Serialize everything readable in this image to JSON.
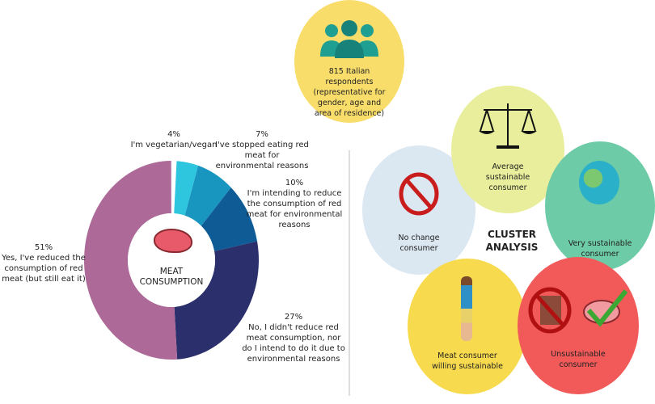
{
  "chart_data": {
    "type": "pie",
    "title": "MEAT CONSUMPTION",
    "slices": [
      {
        "pct": "4%",
        "value": 4,
        "label": "I'm vegetarian/vegan",
        "color": "#2ec6de"
      },
      {
        "pct": "7%",
        "value": 7,
        "label": "I've stopped eating red meat for environmental reasons",
        "color": "#1996c0"
      },
      {
        "pct": "10%",
        "value": 10,
        "label": "I'm intending to reduce the consumption of red meat for environmental reasons",
        "color": "#0e5b95"
      },
      {
        "pct": "27%",
        "value": 27,
        "label": "No, I didn't reduce red meat consumption, nor do I intend to do it due to environmental reasons",
        "color": "#2b2f6c"
      },
      {
        "pct": "51%",
        "value": 51,
        "label": "Yes, I've reduced the consumption of red meat (but still eat it)",
        "color": "#ad6a99"
      }
    ]
  },
  "respondents": "815 Italian respondents (representative for gender, age and area of residence)",
  "cluster": {
    "title": "CLUSTER ANALYSIS",
    "groups": [
      {
        "label": "Average sustainable consumer",
        "color": "#e8ee9b"
      },
      {
        "label": "No change consumer",
        "color": "#dbe7f1"
      },
      {
        "label": "Very sustainable consumer",
        "color": "#6dcba8"
      },
      {
        "label": "Meat consumer willing sustainable",
        "color": "#f8da4e"
      },
      {
        "label": "Unsustainable consumer",
        "color": "#f25a5a"
      }
    ]
  }
}
